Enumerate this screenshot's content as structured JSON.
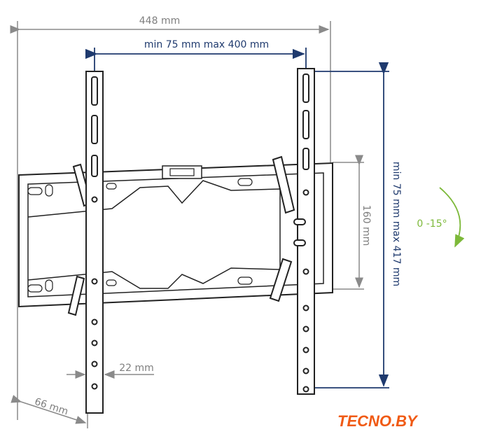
{
  "dimensions": {
    "overall_width": "448 mm",
    "vesa_horizontal": "min 75 mm max 400 mm",
    "vesa_vertical": "min 75 mm max 417 mm",
    "wall_plate_height": "160 mm",
    "tilt": "0 -15°",
    "arm_width": "22 mm",
    "wall_distance": "66 mm"
  },
  "logo": {
    "text": "TECNO.BY"
  },
  "colors": {
    "gray": "#8a8a8a",
    "blue": "#1f3a6e",
    "green": "#7db93a",
    "logo": "#f05a14"
  }
}
